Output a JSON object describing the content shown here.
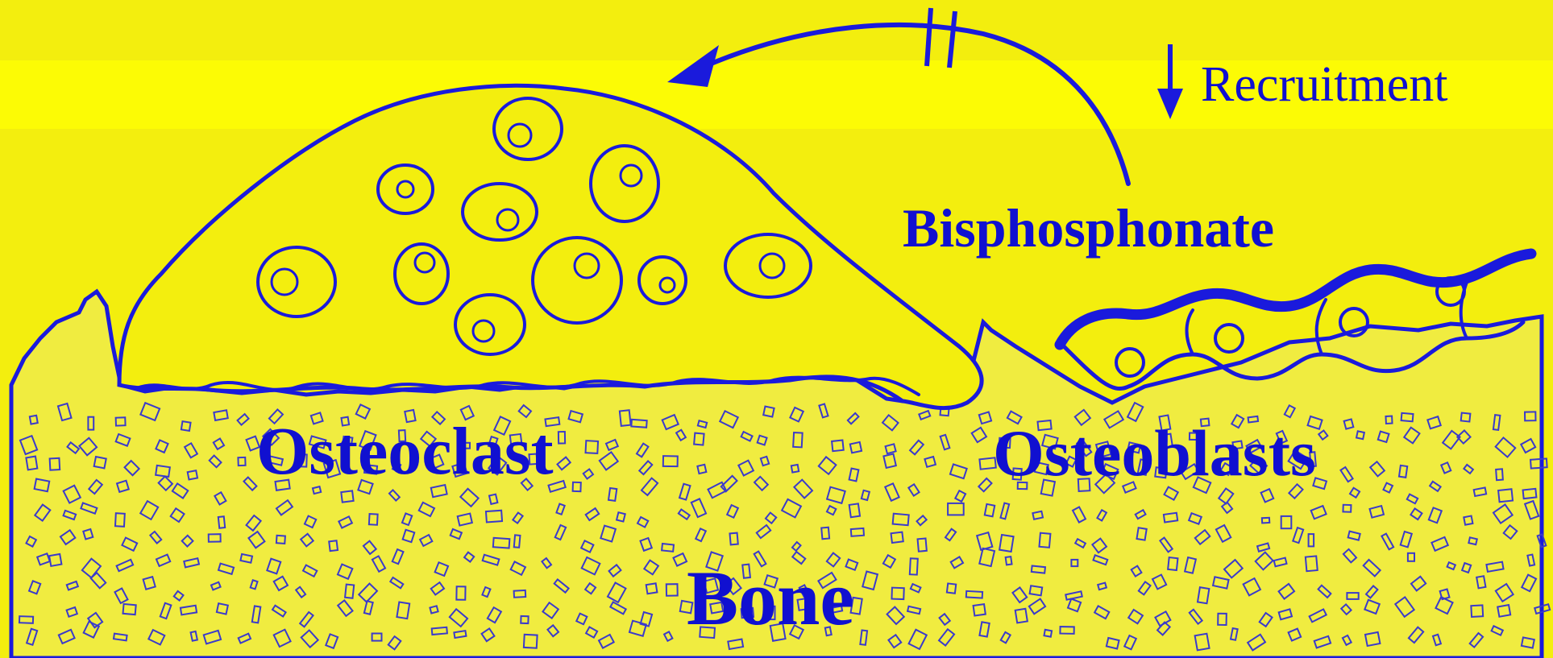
{
  "labels": {
    "recruitment": "Recruitment",
    "bisphosphonate": "Bisphosphonate",
    "osteoclast": "Osteoclast",
    "osteoblasts": "Osteoblasts",
    "bone": "Bone"
  },
  "colors": {
    "background": "#f3ee0e",
    "band": "#fcfb05",
    "bone_fill": "#f0ec40",
    "line": "#1a1adc",
    "text": "#1010d0"
  },
  "icons": {
    "recruitment_arrow": "down-arrow-icon",
    "inhibition_arrow": "curved-arrow-blocked-icon"
  }
}
